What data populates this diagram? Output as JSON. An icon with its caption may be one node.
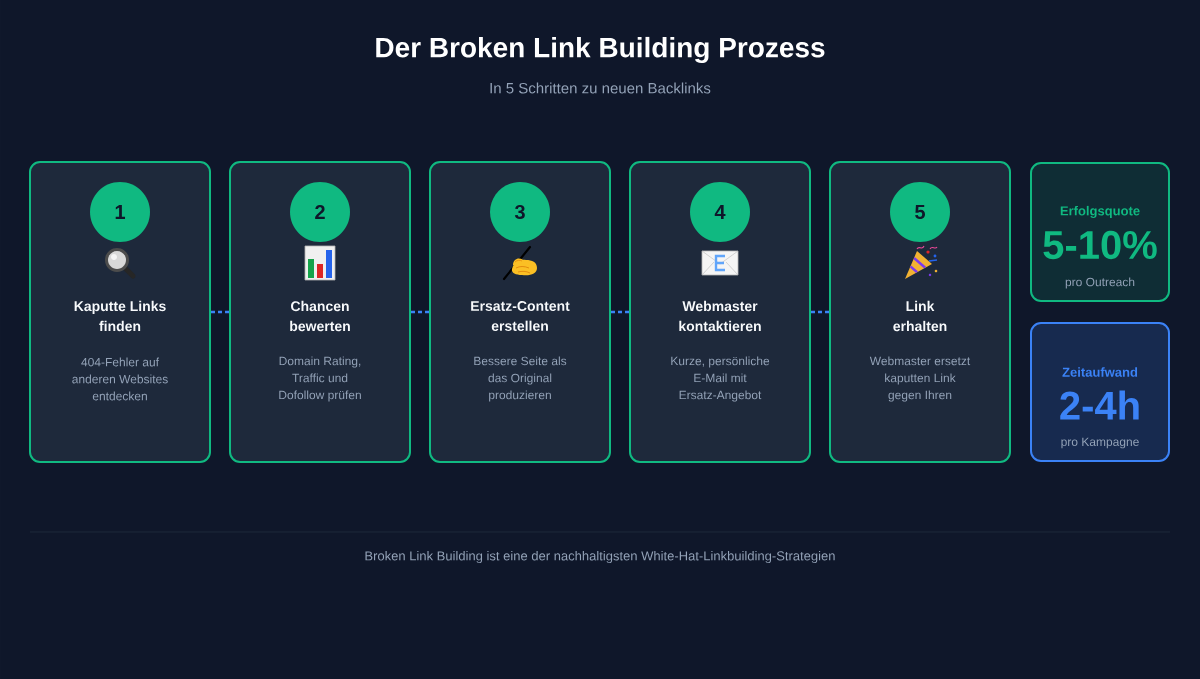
{
  "diagram": {
    "title": "Der Broken Link Building Prozess",
    "caption": "Broken Link Building ist eine der nachhaltigsten White-Hat-Linkbuilding-Strategien",
    "nodes": [
      {
        "text": [
          "Kaputte Links finden",
          "404-Fehler auf anderen Websites entdecken"
        ]
      },
      {
        "text": [
          "1"
        ],
        "in": 0
      },
      {
        "text": [
          "Chancen bewerten",
          "Domain Rating, Traffic und Dofollow prüfen"
        ]
      },
      {
        "text": [
          "2"
        ],
        "in": 2
      },
      {
        "text": [
          "Ersatz-Content erstellen",
          "Bessere Seite als das Original produzieren"
        ]
      },
      {
        "text": [
          "3"
        ],
        "in": 4
      },
      {
        "text": [
          "Webmaster kontaktieren",
          "Kurze, persönliche E-Mail mit Ersatz-Angebot"
        ]
      },
      {
        "text": [
          "4"
        ],
        "in": 6
      },
      {
        "text": [
          "Link erhalten",
          "Webmaster ersetzt kaputten Link gegen Ihren"
        ]
      },
      {
        "text": [
          "5"
        ],
        "in": 8
      },
      {
        "text": [
          "Erfolgsquote",
          "5-10%",
          "pro Outreach"
        ]
      },
      {
        "text": [
          "Zeitaufwand",
          "2-4h",
          "pro Kampagne"
        ]
      }
    ],
    "edges": [
      {
        "from": 0,
        "to": 2,
        "arrow": "none",
        "style": "dashed"
      },
      {
        "from": 2,
        "to": 4,
        "arrow": "none",
        "style": "dashed"
      },
      {
        "from": 4,
        "to": 6,
        "arrow": "none",
        "style": "dashed"
      },
      {
        "from": 6,
        "to": 8,
        "arrow": "none",
        "style": "dashed"
      }
    ],
    "labels": [
      "In 5 Schritten zu neuen Backlinks"
    ]
  }
}
